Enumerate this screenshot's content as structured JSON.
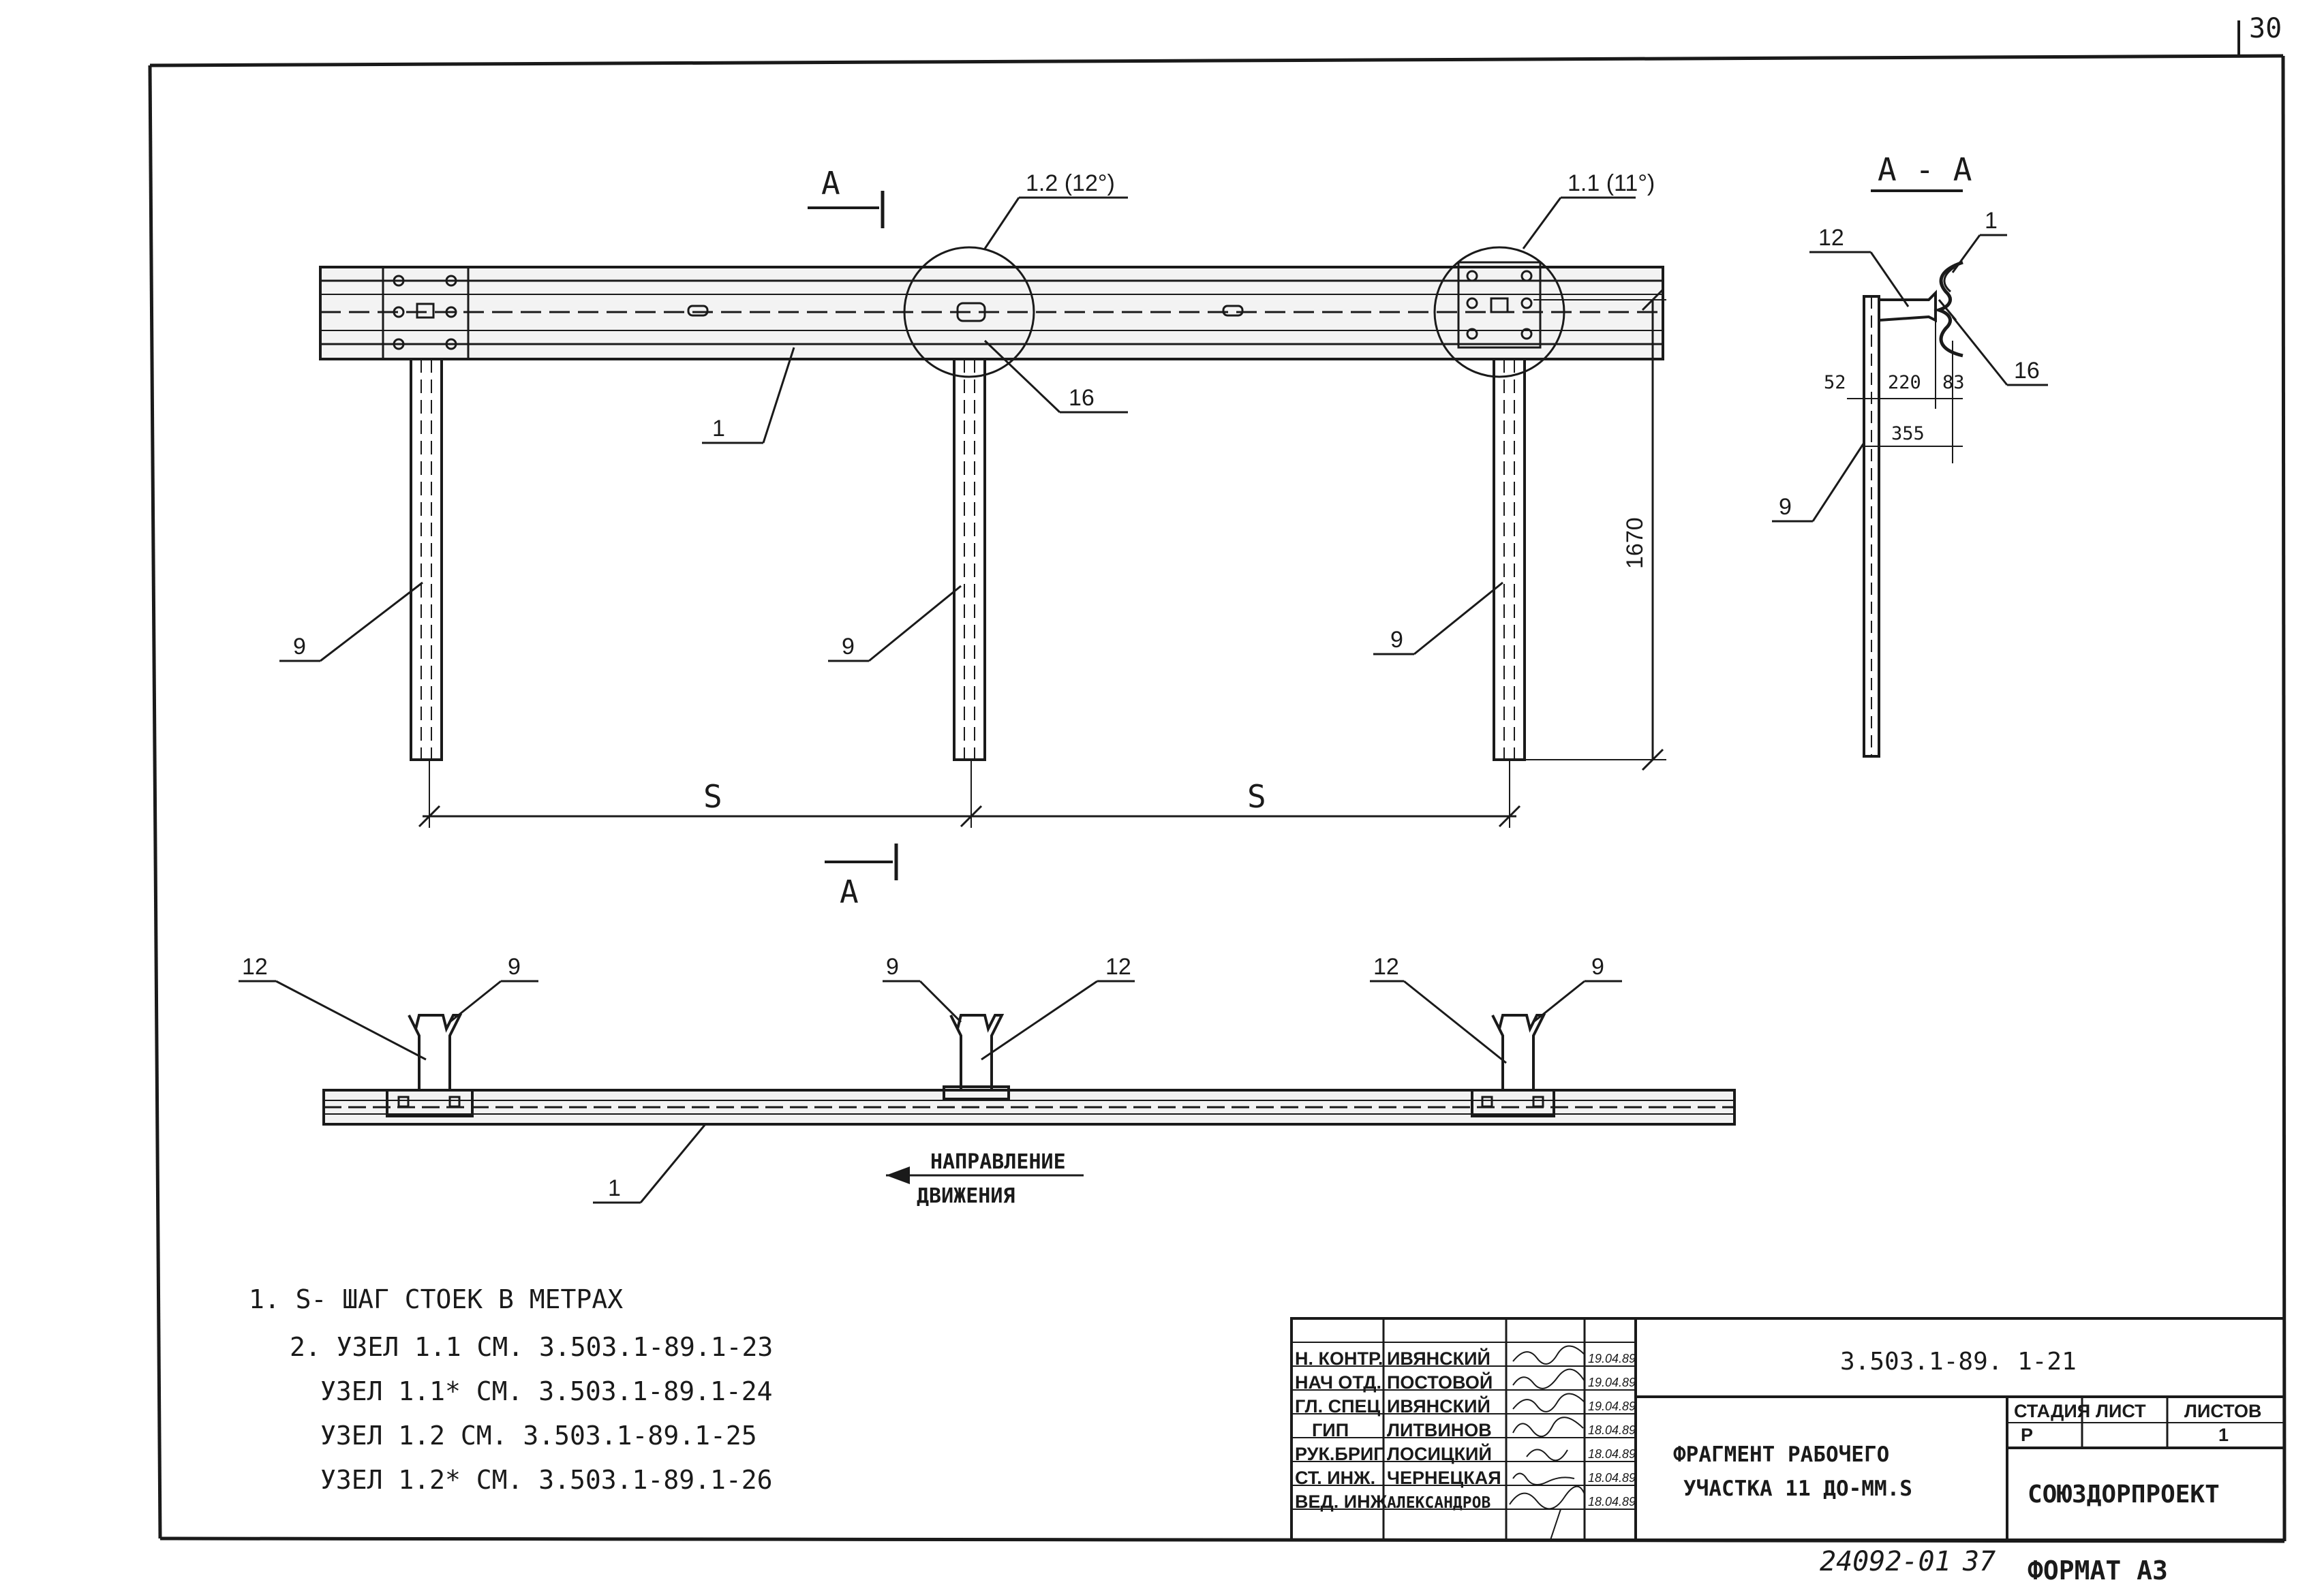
{
  "sheet": {
    "page_number_fragment": "30",
    "bottom_doc_number": "24092-01",
    "bottom_page": "37",
    "format_label": "ФОРМАТ А3"
  },
  "front_view": {
    "section_letter": "А",
    "callout_node_12": "1.2 (12°)",
    "callout_node_11": "1.1 (11°)",
    "post_label": "9",
    "rail_label": "1",
    "bolt_label": "16",
    "height_dim": "1670",
    "spacing_label": "S"
  },
  "section_view": {
    "title": "А - А",
    "label_12": "12",
    "label_1": "1",
    "label_16": "16",
    "label_9": "9",
    "dim_52": "52",
    "dim_220": "220",
    "dim_83": "83",
    "dim_355": "355"
  },
  "plan_view": {
    "label_12": "12",
    "label_9": "9",
    "label_1": "1",
    "direction_line1": "НАПРАВЛЕНИЕ",
    "direction_line2": "ДВИЖЕНИЯ"
  },
  "notes": [
    "1. S- ШАГ СТОЕК В МЕТРАХ",
    "2. УЗЕЛ 1.1 СМ. 3.503.1-89.1-23",
    "УЗЕЛ 1.1* СМ. 3.503.1-89.1-24",
    "УЗЕЛ 1.2 СМ. 3.503.1-89.1-25",
    "УЗЕЛ 1.2* СМ. 3.503.1-89.1-26"
  ],
  "title_block": {
    "doc_code": "3.503.1-89. 1-21",
    "title_line1": "ФРАГМЕНТ РАБОЧЕГО",
    "title_line2": "УЧАСТКА 11 ДО-ММ.S",
    "stage_header": "СТАДИЯ",
    "sheet_header": "ЛИСТ",
    "sheets_header": "ЛИСТОВ",
    "stage_value": "Р",
    "sheet_value": "",
    "sheets_value": "1",
    "organization": "СОЮЗДОРПРОЕКТ",
    "staff": [
      {
        "role": "Н. КОНТР.",
        "name": "ИВЯНСКИЙ",
        "date": "19.04.89"
      },
      {
        "role": "НАЧ ОТД.",
        "name": "ПОСТОВОЙ",
        "date": "19.04.89"
      },
      {
        "role": "ГЛ. СПЕЦ",
        "name": "ИВЯНСКИЙ",
        "date": "19.04.89"
      },
      {
        "role": "ГИП",
        "name": "ЛИТВИНОВ",
        "date": "18.04.89"
      },
      {
        "role": "РУК.БРИГ",
        "name": "ЛОСИЦКИЙ",
        "date": "18.04.89"
      },
      {
        "role": "СТ. ИНЖ.",
        "name": "ЧЕРНЕЦКАЯ",
        "date": "18.04.89"
      },
      {
        "role": "ВЕД. ИНЖ",
        "name": "АЛЕКСАНДРОВ",
        "date": "18.04.89"
      }
    ]
  }
}
